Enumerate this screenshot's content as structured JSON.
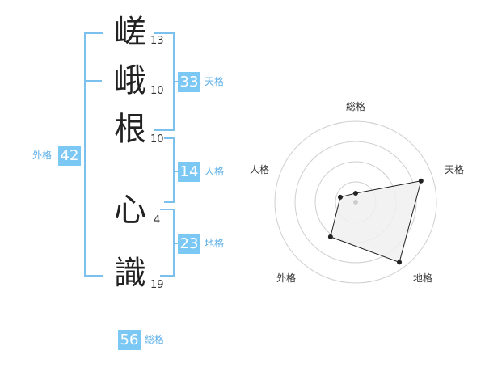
{
  "characters": [
    {
      "char": "嵯",
      "strokes": "13"
    },
    {
      "char": "峨",
      "strokes": "10"
    },
    {
      "char": "根",
      "strokes": "10"
    },
    {
      "char": "心",
      "strokes": "4"
    },
    {
      "char": "識",
      "strokes": "19"
    }
  ],
  "fortunes": {
    "tenkaku": {
      "value": "33",
      "label": "天格"
    },
    "jinkaku": {
      "value": "14",
      "label": "人格"
    },
    "chikaku": {
      "value": "23",
      "label": "地格"
    },
    "gaikaku": {
      "value": "42",
      "label": "外格"
    },
    "soukaku": {
      "value": "56",
      "label": "総格"
    }
  },
  "radar": {
    "axes": [
      "総格",
      "天格",
      "地格",
      "外格",
      "人格"
    ],
    "values": [
      0.11,
      0.85,
      0.92,
      0.53,
      0.2
    ],
    "rings": 4,
    "fill_color": "#f0f0f0",
    "line_color": "#222222"
  },
  "colors": {
    "accent": "#7cc8f4",
    "bracket": "#7cc0ee"
  }
}
